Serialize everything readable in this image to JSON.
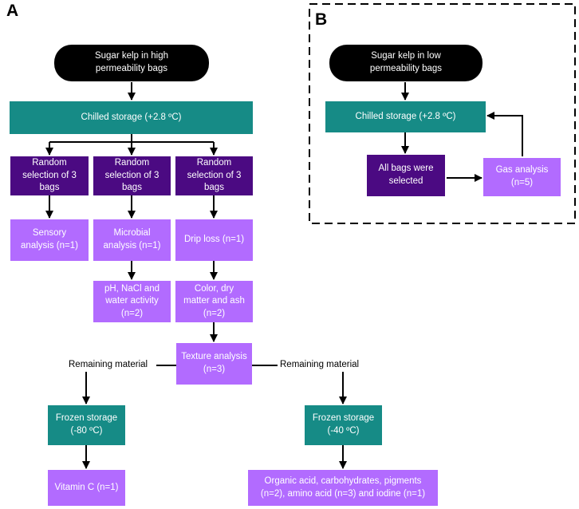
{
  "panels": {
    "a": "A",
    "b": "B"
  },
  "a": {
    "start": "Sugar kelp in high\npermeability bags",
    "chilled": "Chilled storage (+2.8 ºC)",
    "select": [
      "Random\nselection of 3\nbags",
      "Random\nselection of 3\nbags",
      "Random\nselection of 3\nbags"
    ],
    "sensory": "Sensory\nanalysis (n=1)",
    "microbial": "Microbial\nanalysis (n=1)",
    "drip": "Drip loss (n=1)",
    "ph": "pH, NaCl and\nwater activity\n(n=2)",
    "color": "Color, dry\nmatter and ash\n(n=2)",
    "texture": "Texture analysis\n(n=3)",
    "remaining_left": "Remaining material",
    "remaining_right": "Remaining material",
    "frozen80": "Frozen storage\n(-80 ºC)",
    "frozen40": "Frozen storage\n(-40 ºC)",
    "vitc": "Vitamin C (n=1)",
    "organic": "Organic acid, carbohydrates, pigments\n(n=2), amino acid (n=3) and  iodine (n=1)"
  },
  "b": {
    "start": "Sugar kelp in low\npermeability bags",
    "chilled": "Chilled storage (+2.8 ºC)",
    "allbags": "All bags were\nselected",
    "gas": "Gas analysis\n(n=5)"
  }
}
